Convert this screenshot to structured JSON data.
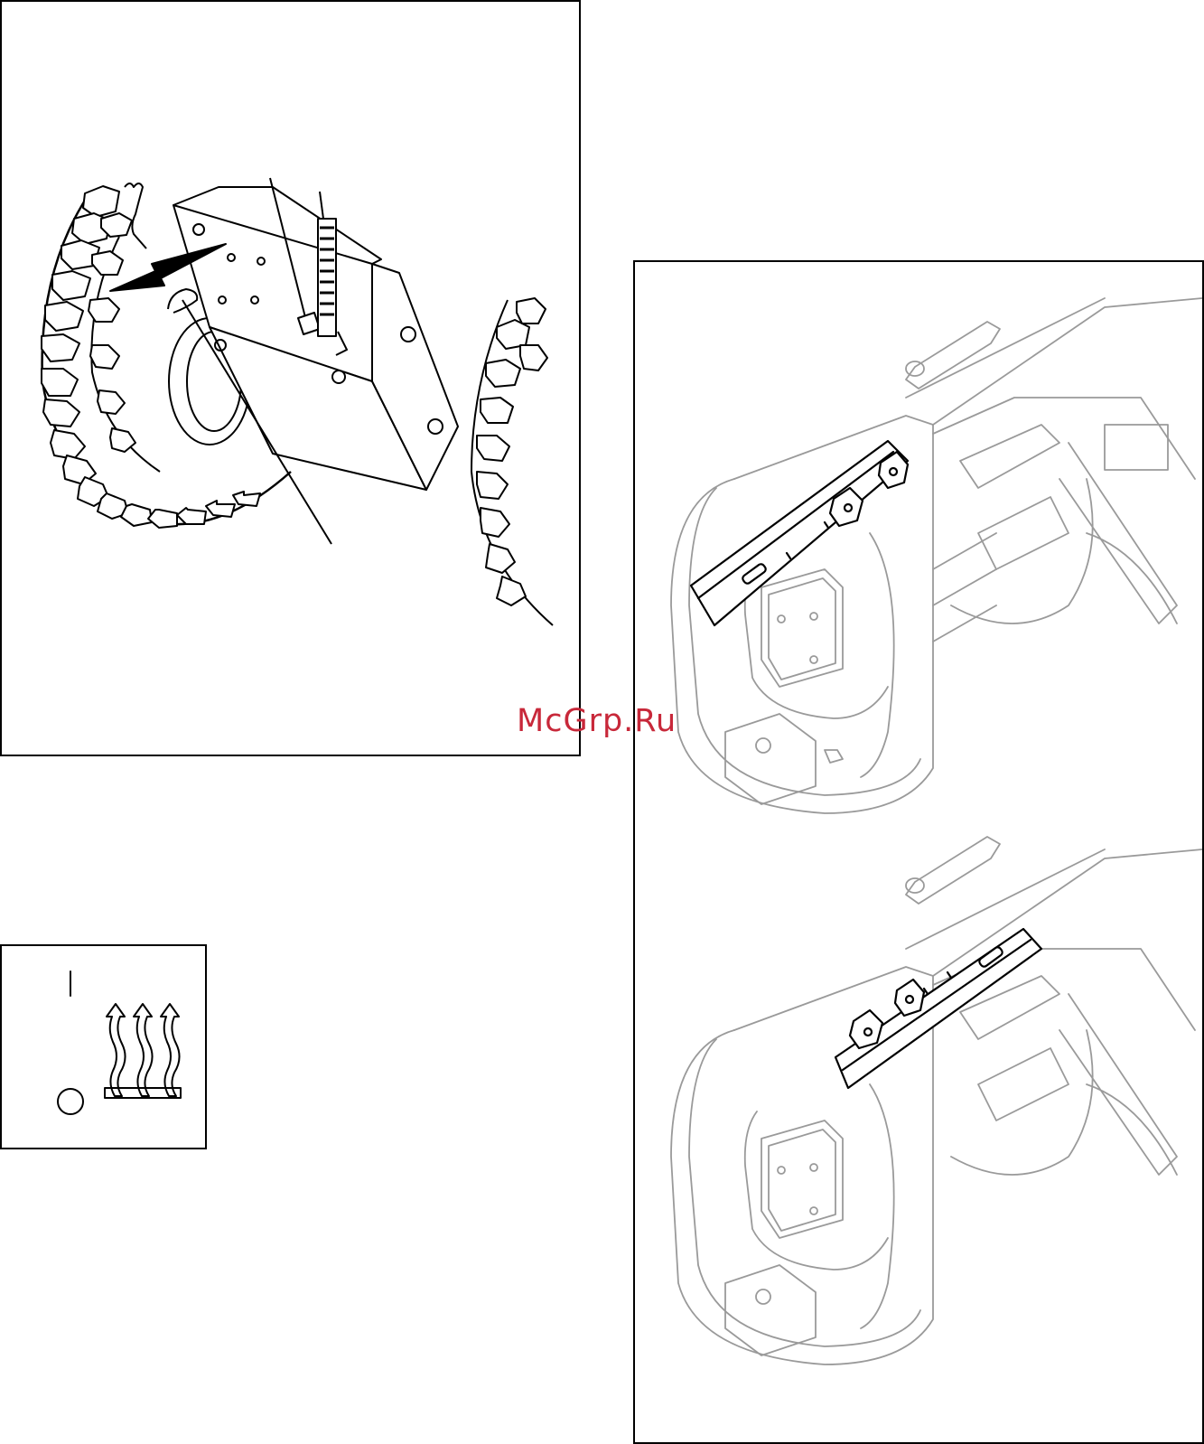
{
  "watermark": {
    "text": "McGrp.Ru",
    "color": "#c8283a"
  },
  "figures": [
    {
      "id": "wheel-lock-pin",
      "icon": "wheel-axle-lock-pin-illustration"
    },
    {
      "id": "choke-symbol",
      "icon": "heat-choke-icon",
      "labels": [
        "|",
        "O"
      ]
    },
    {
      "id": "skid-shoe-adjustment",
      "icon": "skid-shoe-illustration",
      "views": [
        "raised",
        "lowered"
      ]
    }
  ],
  "colors": {
    "line": "#000000",
    "faded_line": "#9a9a9a",
    "accent": "#c8283a"
  }
}
